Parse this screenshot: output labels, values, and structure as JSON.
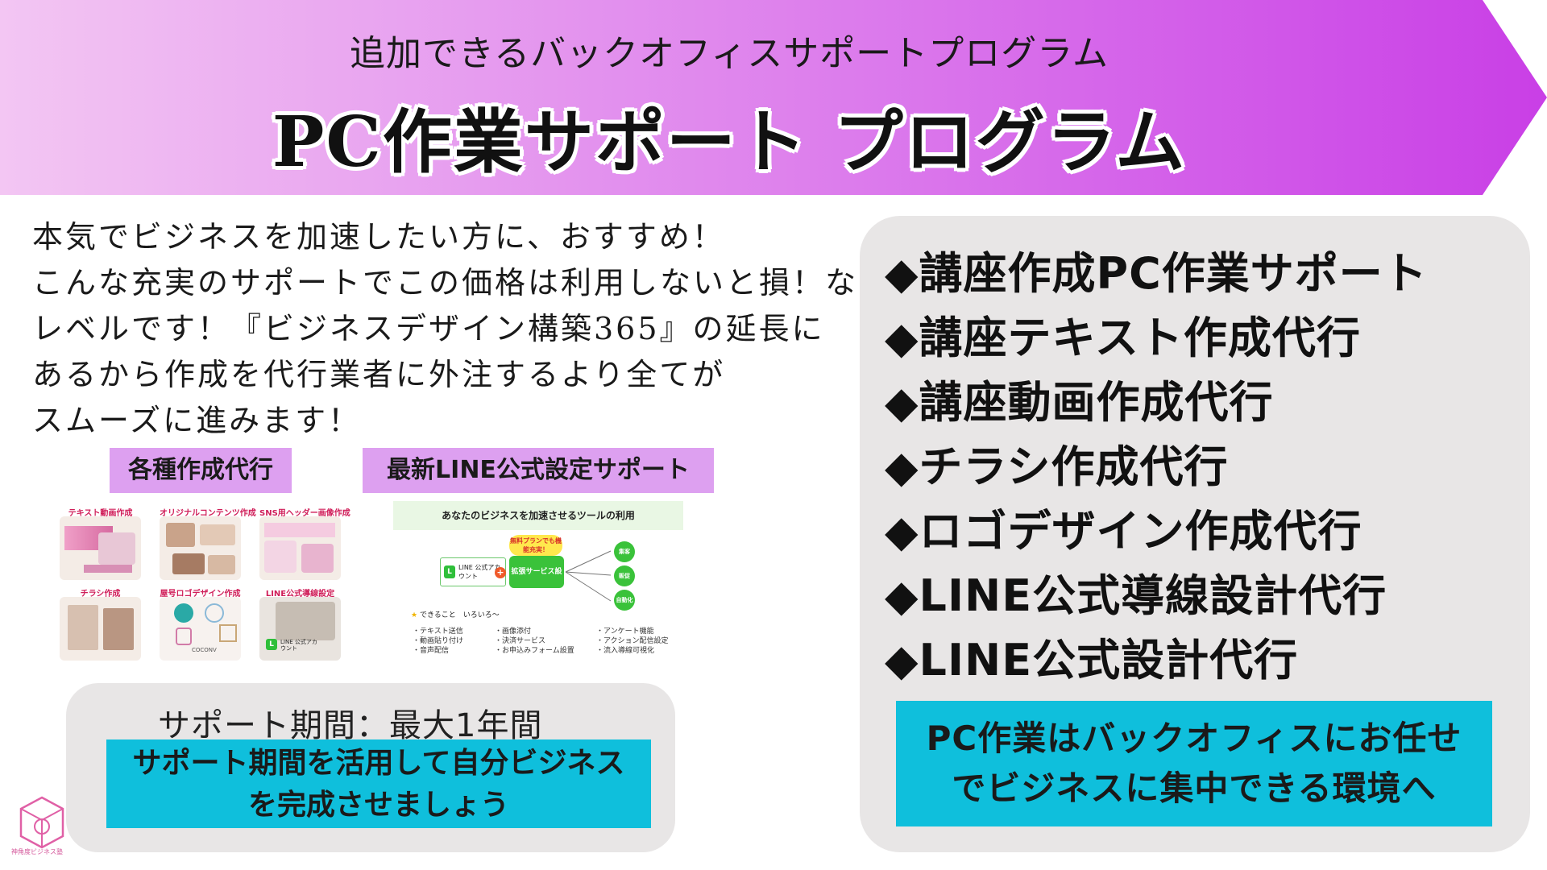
{
  "banner": {
    "subtitle": "追加できるバックオフィスサポートプログラム",
    "title": "PC作業サポート プログラム"
  },
  "intro": {
    "lines": [
      "本気でビジネスを加速したい方に、おすすめ！",
      "こんな充実のサポートでこの価格は利用しないと損！な",
      "レベルです！『ビジネスデザイン構築365』の延長に",
      "あるから作成を代行業者に外注するより全てが",
      "スムーズに進みます！"
    ]
  },
  "tags": {
    "creation": "各種作成代行",
    "line_support": "最新LINE公式設定サポート"
  },
  "thumbnails": [
    {
      "label": "テキスト動画作成"
    },
    {
      "label": "オリジナルコンテンツ作成"
    },
    {
      "label": "SNS用ヘッダー画像作成"
    },
    {
      "label": "チラシ作成"
    },
    {
      "label": "屋号ロゴデザイン作成"
    },
    {
      "label": "LINE公式導線設定"
    }
  ],
  "thumb_texts": {
    "coconv": "COCONV",
    "line_account": "LINE 公式アカウント"
  },
  "line_diagram": {
    "heading": "あなたのビジネスを加速させるツールの利用",
    "line_badge": "LINE 公式アカウント",
    "free_plan": "無料プランでも機能充実！",
    "extension": "拡張サービス設定",
    "nodes": [
      "集客",
      "販促",
      "自動化"
    ],
    "can_do": "できること　いろいろ〜",
    "features_col1": [
      "・テキスト送信",
      "・動画貼り付け",
      "・音声配信"
    ],
    "features_col2": [
      "・画像添付",
      "・決済サービス",
      "・お申込みフォーム設置"
    ],
    "features_col3": [
      "・アンケート機能",
      "・アクション配信設定",
      "・流入導線可視化"
    ]
  },
  "support": {
    "period": "サポート期間：最大1年間",
    "cta_line1": "サポート期間を活用して自分ビジネス",
    "cta_line2": "を完成させましょう"
  },
  "menu": {
    "items": [
      "◆講座作成PC作業サポート",
      "◆講座テキスト作成代行",
      "◆講座動画作成代行",
      "◆チラシ作成代行",
      "◆ロゴデザイン作成代行",
      "◆LINE公式導線設計代行",
      "◆LINE公式設計代行"
    ]
  },
  "right_cta": {
    "line1": "PC作業はバックオフィスにお任せ",
    "line2": "でビジネスに集中できる環境へ"
  },
  "logo": {
    "text": "神角度ビジネス塾"
  },
  "colors": {
    "banner_start": "#f3c6f3",
    "banner_end": "#c93fe6",
    "tag_bg": "#dda0f0",
    "cta_bg": "#0fbfdc",
    "panel_bg": "#e8e6e6",
    "line_green": "#3ac23a"
  }
}
